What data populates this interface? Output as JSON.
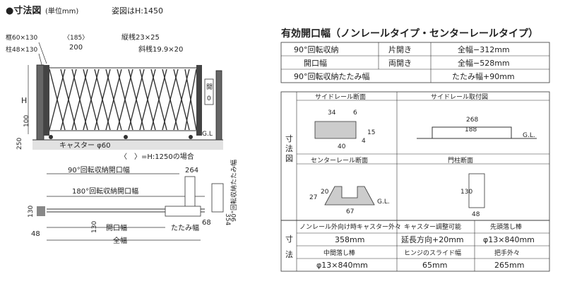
{
  "left": {
    "title": "●寸法図",
    "unit": "(単位mm)",
    "figure_note": "姿図はH:1450",
    "frame_label": "框60×130",
    "pillar_label": "柱48×130",
    "top_dim_paren": "〈185〉",
    "top_dim": "200",
    "vertical_bar": "縦桟23×25",
    "diagonal_bar": "斜桟19.9×20",
    "open_label": "開",
    "h_label": "H",
    "dim_100": "100",
    "dim_250": "250",
    "gl": "G.L",
    "caster": "キャスター φ60",
    "paren_note": "〈　〉=H:1250の場合",
    "plan": {
      "rot90_open": "90°回転収納開口幅",
      "dim_264": "264",
      "rot180_open": "180°回転収納開口幅",
      "rot90_fold": "90°回転収納たたみ幅",
      "dim_354": "354",
      "dim_130a": "130",
      "dim_130b": "130",
      "open_width": "開口幅",
      "fold_width": "たたみ幅",
      "dim_68": "68",
      "dim_48": "48",
      "total_width": "全幅"
    }
  },
  "right": {
    "title": "有効開口幅（ノンレールタイプ・センターレールタイプ）",
    "table": [
      [
        "90°回転収納",
        "片開き",
        "全幅−312mm"
      ],
      [
        "開口幅",
        "両開き",
        "全幅−528mm"
      ],
      [
        "90°回転収納たたみ幅",
        "",
        "たたみ幅+90mm"
      ]
    ],
    "side_label": "寸法図",
    "side_rail_section": "サイドレール断面",
    "side_rail_mount": "サイドレール取付図",
    "center_rail_section": "センターレール断面",
    "pillar_section": "門柱断面",
    "d34": "34",
    "d6": "6",
    "d15": "15",
    "d40": "40",
    "d4": "4",
    "d268": "268",
    "d188": "188",
    "d27": "27",
    "d20": "20",
    "d67": "67",
    "d130": "130",
    "d48": "48",
    "gl": "G.L.",
    "dims_side": "寸法",
    "specs_h": [
      "ノンレール外向け時キャスター外々",
      "キャスター調整可能",
      "先頭落し棒"
    ],
    "specs_v": [
      "358mm",
      "延長方向+20mm",
      "φ13×840mm"
    ],
    "specs_h2": [
      "中間落し棒",
      "ヒンジのスライド幅",
      "把手外々"
    ],
    "specs_v2": [
      "φ13×840mm",
      "65mm",
      "265mm"
    ]
  }
}
